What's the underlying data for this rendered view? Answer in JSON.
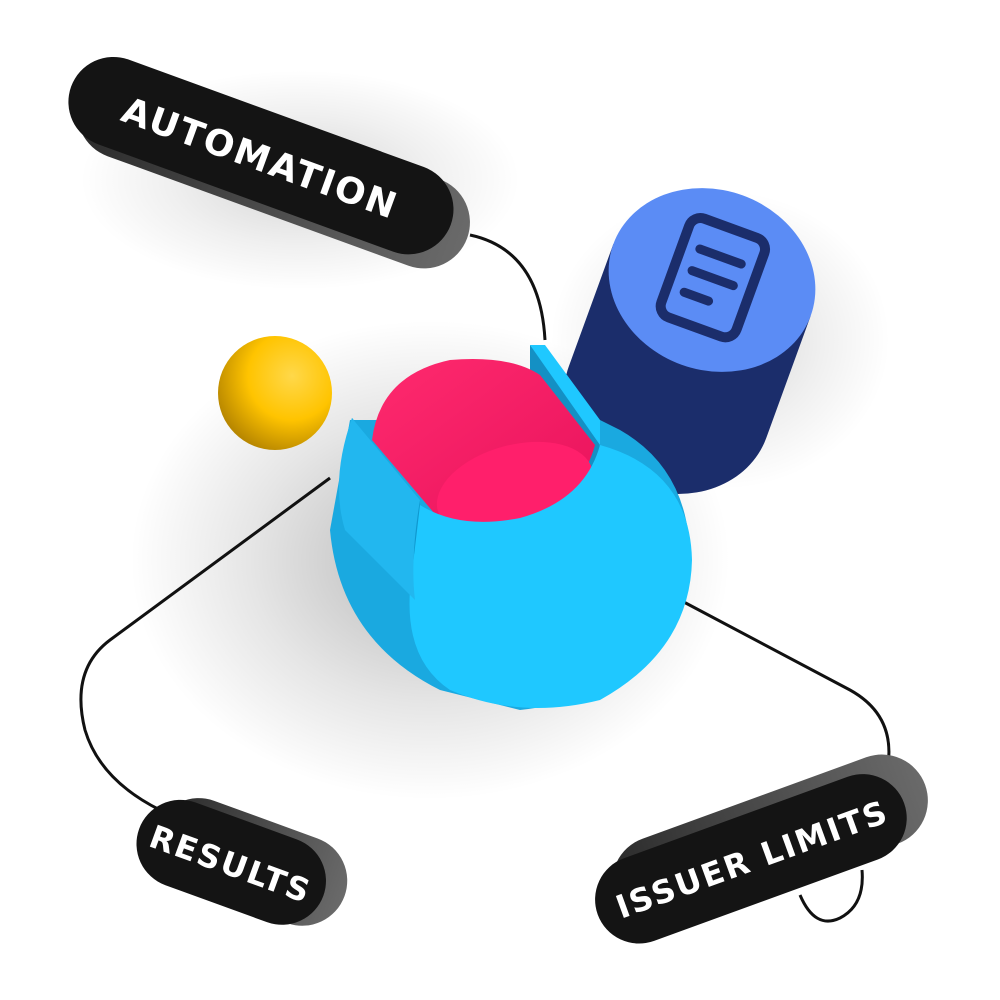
{
  "labels": {
    "automation": "AUTOMATION",
    "results": "RESULTS",
    "issuer_limits": "ISSUER LIMITS"
  },
  "icons": {
    "document": "document-icon",
    "sphere": "sphere-shape",
    "cylinder": "cylinder-shape",
    "cup": "cup-shape"
  },
  "colors": {
    "pill": "#141414",
    "pill_side": "#3a3a3a",
    "cyan": "#1fc8ff",
    "cyan_dark": "#1aa9e0",
    "pink": "#ff1f6b",
    "pink_dark": "#d6105a",
    "navy": "#1b2d6b",
    "blue_top": "#5b8cf5",
    "yellow": "#ffc400",
    "line": "#111111"
  }
}
